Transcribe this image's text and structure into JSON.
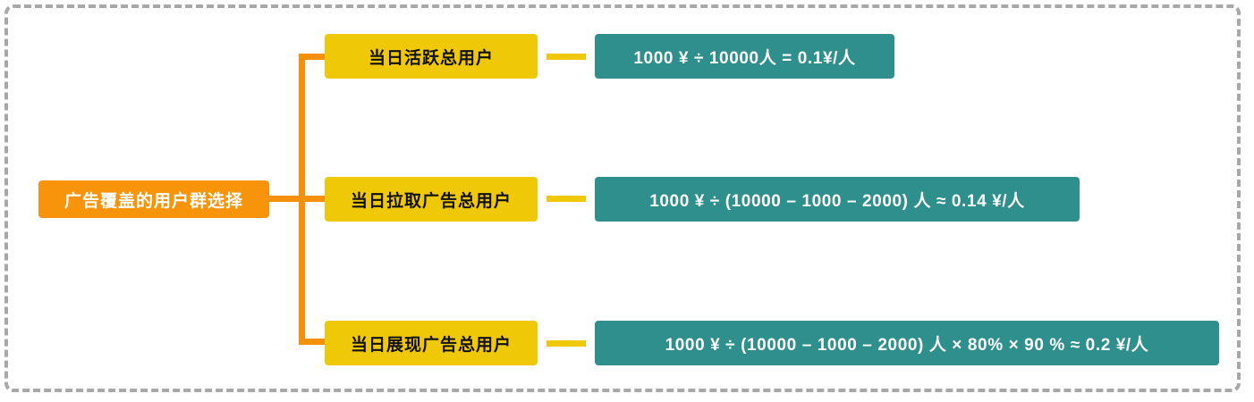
{
  "diagram": {
    "title_box": {
      "label": "广告覆盖的用户群选择",
      "color": "#F7940A"
    },
    "colors": {
      "root": "#F7940A",
      "branch": "#EFC808",
      "leaf": "#2F8F8C",
      "connector_orange": "#F5900B",
      "connector_yellow": "#EFC808",
      "frame_dashed": "#a8a8a8",
      "background": "#ffffff"
    },
    "rows": [
      {
        "branch_label": "当日活跃总用户",
        "formula": "1000 ¥ ÷ 10000人 = 0.1¥/人"
      },
      {
        "branch_label": "当日拉取广告总用户",
        "formula": "1000 ¥ ÷ (10000 – 1000 – 2000) 人 ≈ 0.14 ¥/人"
      },
      {
        "branch_label": "当日展现广告总用户",
        "formula": "1000 ¥ ÷ (10000 – 1000 – 2000) 人 × 80% × 90 % ≈ 0.2 ¥/人"
      }
    ]
  }
}
